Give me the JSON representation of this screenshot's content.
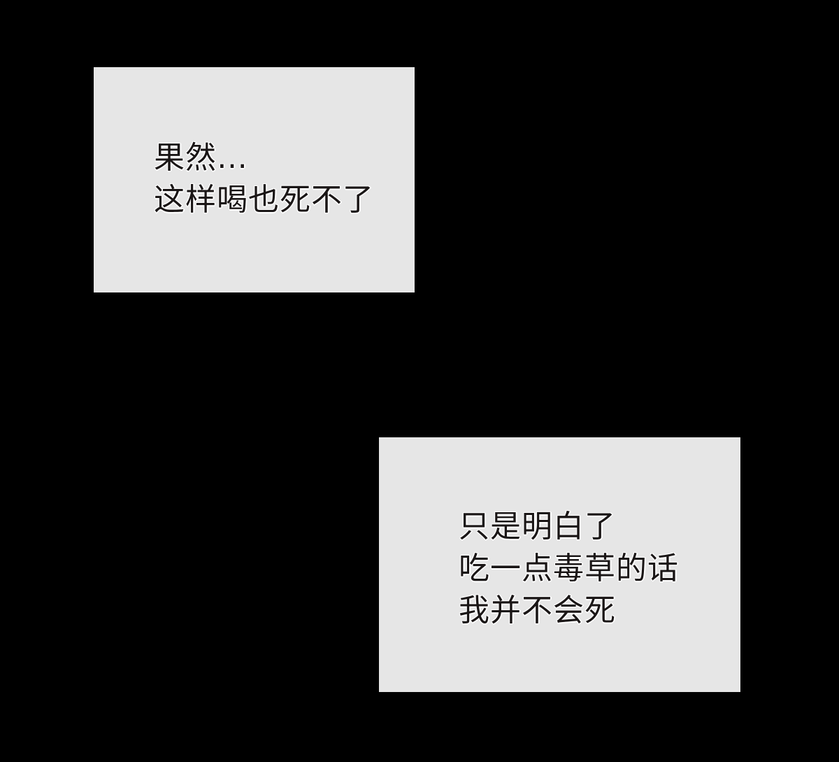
{
  "panel_1": {
    "lines": [
      "果然…",
      "这样喝也死不了"
    ]
  },
  "panel_2": {
    "lines": [
      "只是明白了",
      "吃一点毒草的话",
      "我并不会死"
    ]
  },
  "colors": {
    "background": "#000000",
    "caption_box": "#e6e6e6",
    "text": "#1a1616"
  }
}
